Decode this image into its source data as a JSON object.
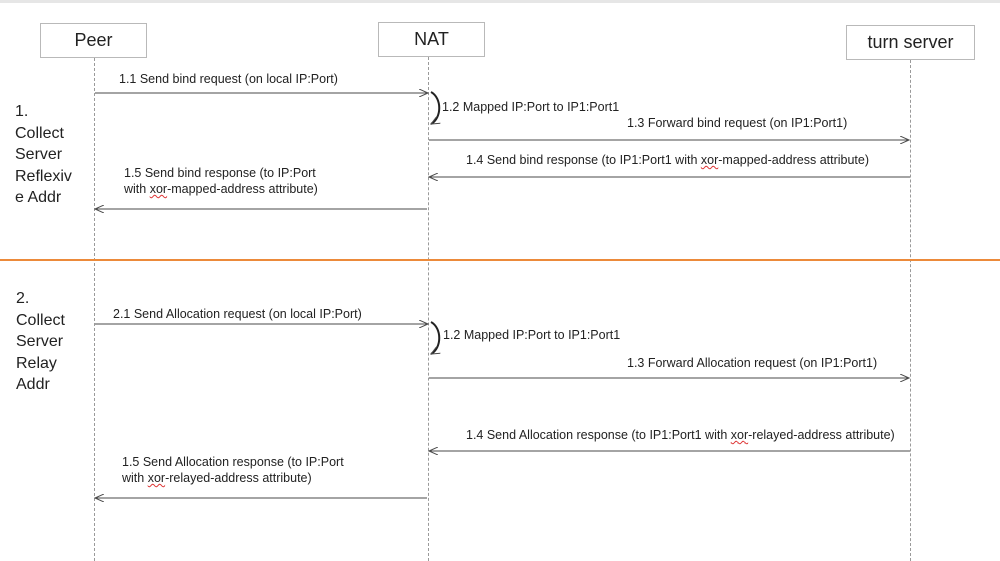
{
  "actors": {
    "peer": "Peer",
    "nat": "NAT",
    "turn": "turn server"
  },
  "phase1": {
    "label": "1.\nCollect\nServer\nReflexiv\ne Addr",
    "messages": {
      "m1_1": "1.1 Send bind request (on local IP:Port)",
      "m1_2": "1.2 Mapped IP:Port to IP1:Port1",
      "m1_3": "1.3 Forward bind request (on IP1:Port1)",
      "m1_4": "1.4 Send bind response (to IP1:Port1 with xor-mapped-address attribute)",
      "m1_5": "1.5 Send bind response (to IP:Port\nwith xor-mapped-address attribute)"
    }
  },
  "phase2": {
    "label": "2.\nCollect\nServer\nRelay\nAddr",
    "messages": {
      "m2_1": "2.1 Send Allocation request (on local IP:Port)",
      "m2_2": "1.2 Mapped IP:Port to IP1:Port1",
      "m2_3": "1.3 Forward Allocation request (on IP1:Port1)",
      "m2_4": "1.4 Send Allocation response (to IP1:Port1 with xor-relayed-address attribute)",
      "m2_5": "1.5 Send Allocation response (to IP:Port\nwith xor-relayed-address attribute)"
    }
  },
  "colors": {
    "divider": "#ec8a3a",
    "arrow": "#4a4a4a",
    "lifeline": "#9a9a9a"
  }
}
